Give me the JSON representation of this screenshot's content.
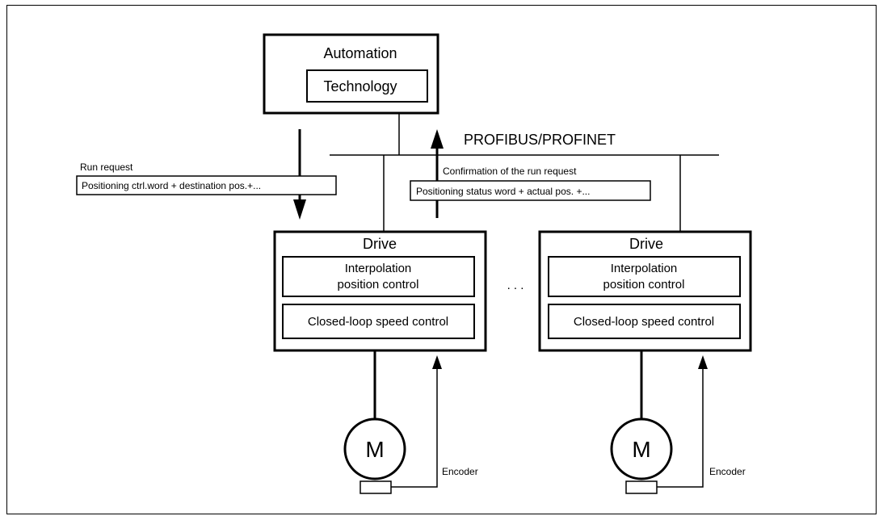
{
  "automation": {
    "title": "Automation",
    "technology_label": "Technology"
  },
  "bus": {
    "label": "PROFIBUS/PROFINET"
  },
  "run_request": {
    "label": "Run request",
    "content": "Positioning ctrl.word + destination pos.+..."
  },
  "confirmation": {
    "label": "Confirmation of the run request",
    "content": "Positioning status word + actual pos. +..."
  },
  "drives": [
    {
      "title": "Drive",
      "interpolation_line1": "Interpolation",
      "interpolation_line2": "position control",
      "speed_control": "Closed-loop speed control",
      "motor_label": "M",
      "encoder_label": "Encoder"
    },
    {
      "title": "Drive",
      "interpolation_line1": "Interpolation",
      "interpolation_line2": "position control",
      "speed_control": "Closed-loop speed control",
      "motor_label": "M",
      "encoder_label": "Encoder"
    }
  ],
  "ellipsis": ". . ."
}
